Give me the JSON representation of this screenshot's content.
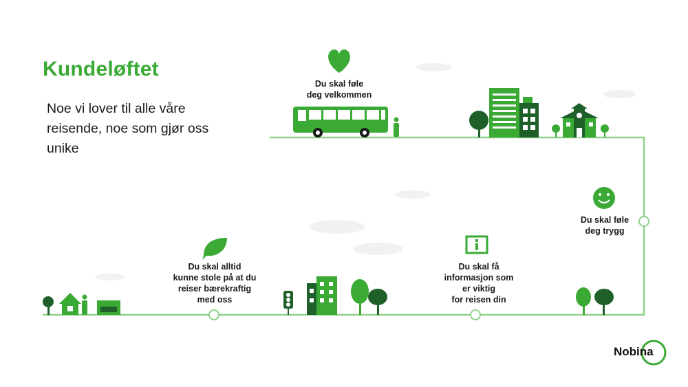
{
  "title": "Kundeløftet",
  "subtitle": "Noe vi lover til alle våre reisende, noe som gjør oss unike",
  "promises": [
    {
      "lines": [
        "Du skal føle",
        "deg velkommen"
      ]
    },
    {
      "lines": [
        "Du skal føle",
        "deg trygg"
      ]
    },
    {
      "lines": [
        "Du skal få",
        "informasjon som",
        "er viktig",
        "for reisen din"
      ]
    },
    {
      "lines": [
        "Du skal alltid",
        "kunne stole på at du",
        "reiser bærekraftig",
        "med oss"
      ]
    }
  ],
  "logo": {
    "text": "Nobina"
  },
  "colors": {
    "accent": "#3aaa35",
    "dark_green": "#1f5f2a",
    "line": "#8fd18a"
  },
  "icons": [
    "heart-icon",
    "smiley-icon",
    "info-icon",
    "leaf-icon",
    "bus-icon"
  ]
}
